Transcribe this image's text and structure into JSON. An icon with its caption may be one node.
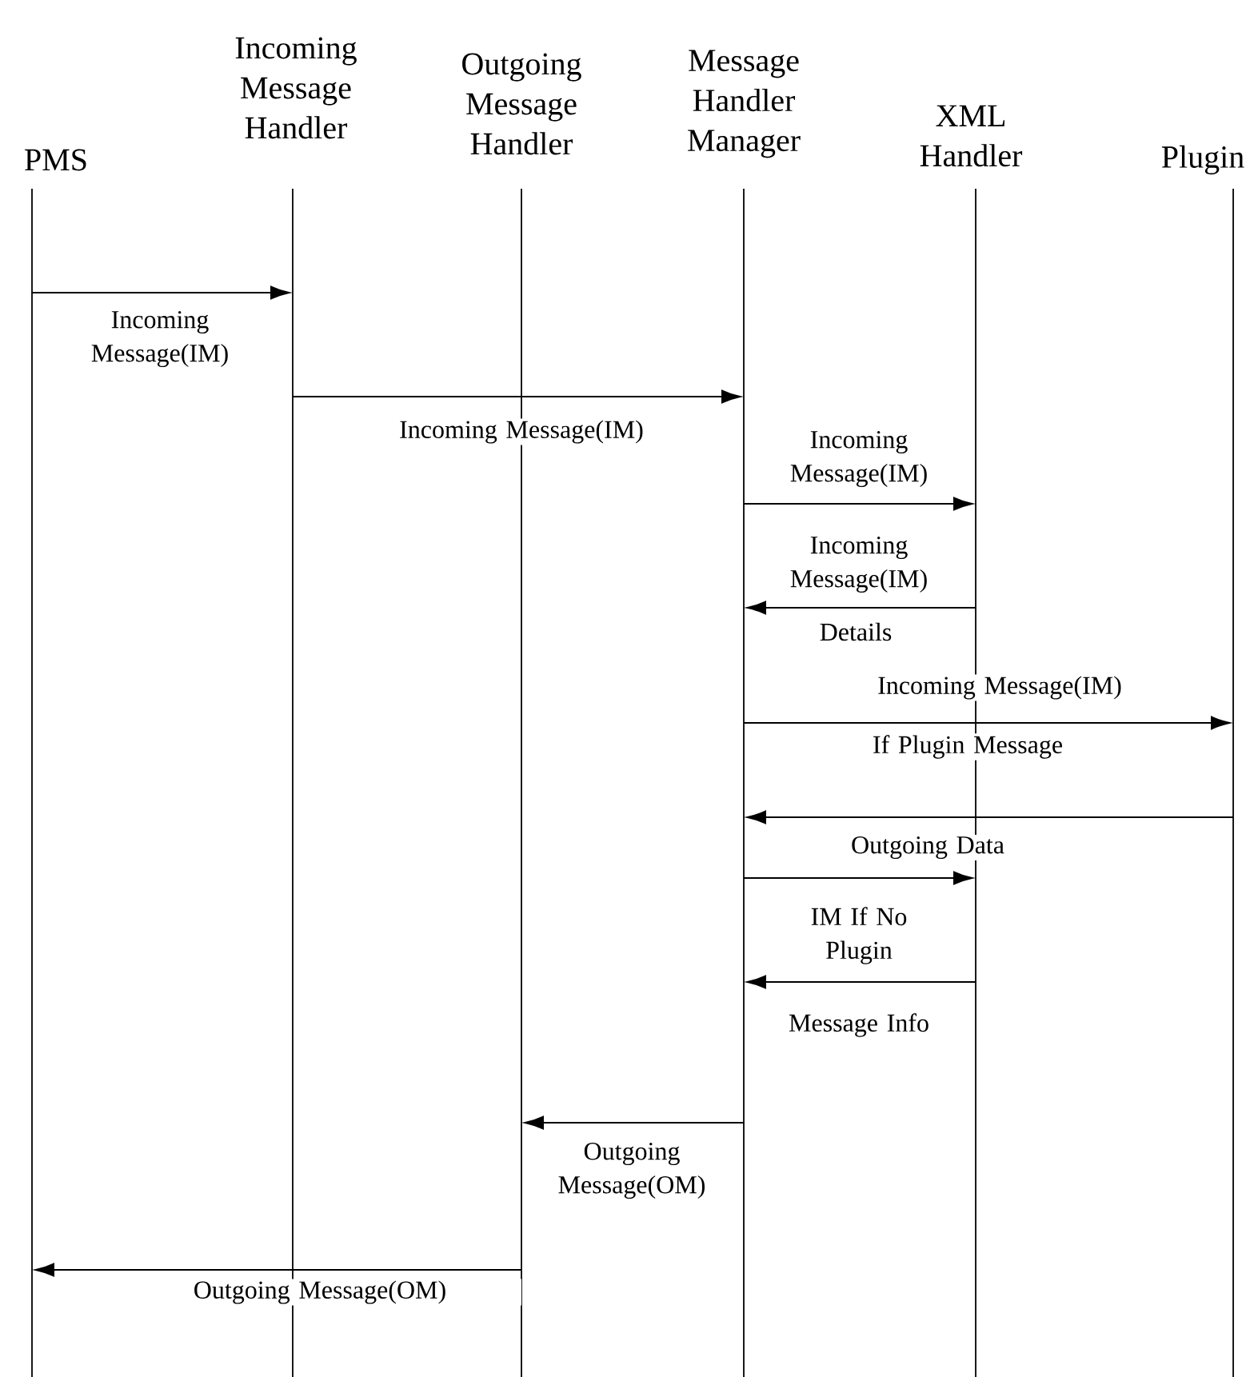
{
  "diagram": {
    "nodes": [
      {
        "text": [],
        "shape": "line",
        "beside": [
          "PMS"
        ]
      },
      {
        "text": [],
        "shape": "line",
        "beside": [
          "Incoming Message Handler"
        ]
      },
      {
        "text": [],
        "shape": "line",
        "beside": [
          "Outgoing Message Handler"
        ]
      },
      {
        "text": [],
        "shape": "line",
        "beside": [
          "Message Handler Manager"
        ]
      },
      {
        "text": [],
        "shape": "line",
        "beside": [
          "XML Handler"
        ]
      },
      {
        "text": [],
        "shape": "line",
        "beside": [
          "Plugin"
        ]
      }
    ],
    "edges": [
      {
        "from": 0,
        "to": 1,
        "arrow": "to",
        "label": "Incoming Message(IM)"
      },
      {
        "from": 1,
        "to": 3,
        "arrow": "to",
        "label": "Incoming Message(IM)"
      },
      {
        "from": 3,
        "to": 4,
        "arrow": "to",
        "label": "Incoming Message(IM)"
      },
      {
        "from": 4,
        "to": 3,
        "arrow": "to",
        "label": "Incoming Message(IM)"
      },
      {
        "from": 3,
        "to": 5,
        "arrow": "to",
        "label": "Incoming Message(IM)"
      },
      {
        "from": 5,
        "to": 3,
        "arrow": "to",
        "label": "Outgoing Data"
      },
      {
        "from": 3,
        "to": 4,
        "arrow": "to",
        "label": "IM If No Plugin"
      },
      {
        "from": 4,
        "to": 3,
        "arrow": "to",
        "label": "Message Info"
      },
      {
        "from": 3,
        "to": 2,
        "arrow": "to",
        "label": "Outgoing Message(OM)"
      },
      {
        "from": 2,
        "to": 0,
        "arrow": "to",
        "label": "Outgoing Message(OM)"
      }
    ],
    "labels": [
      "Details",
      "If Plugin Message"
    ]
  }
}
